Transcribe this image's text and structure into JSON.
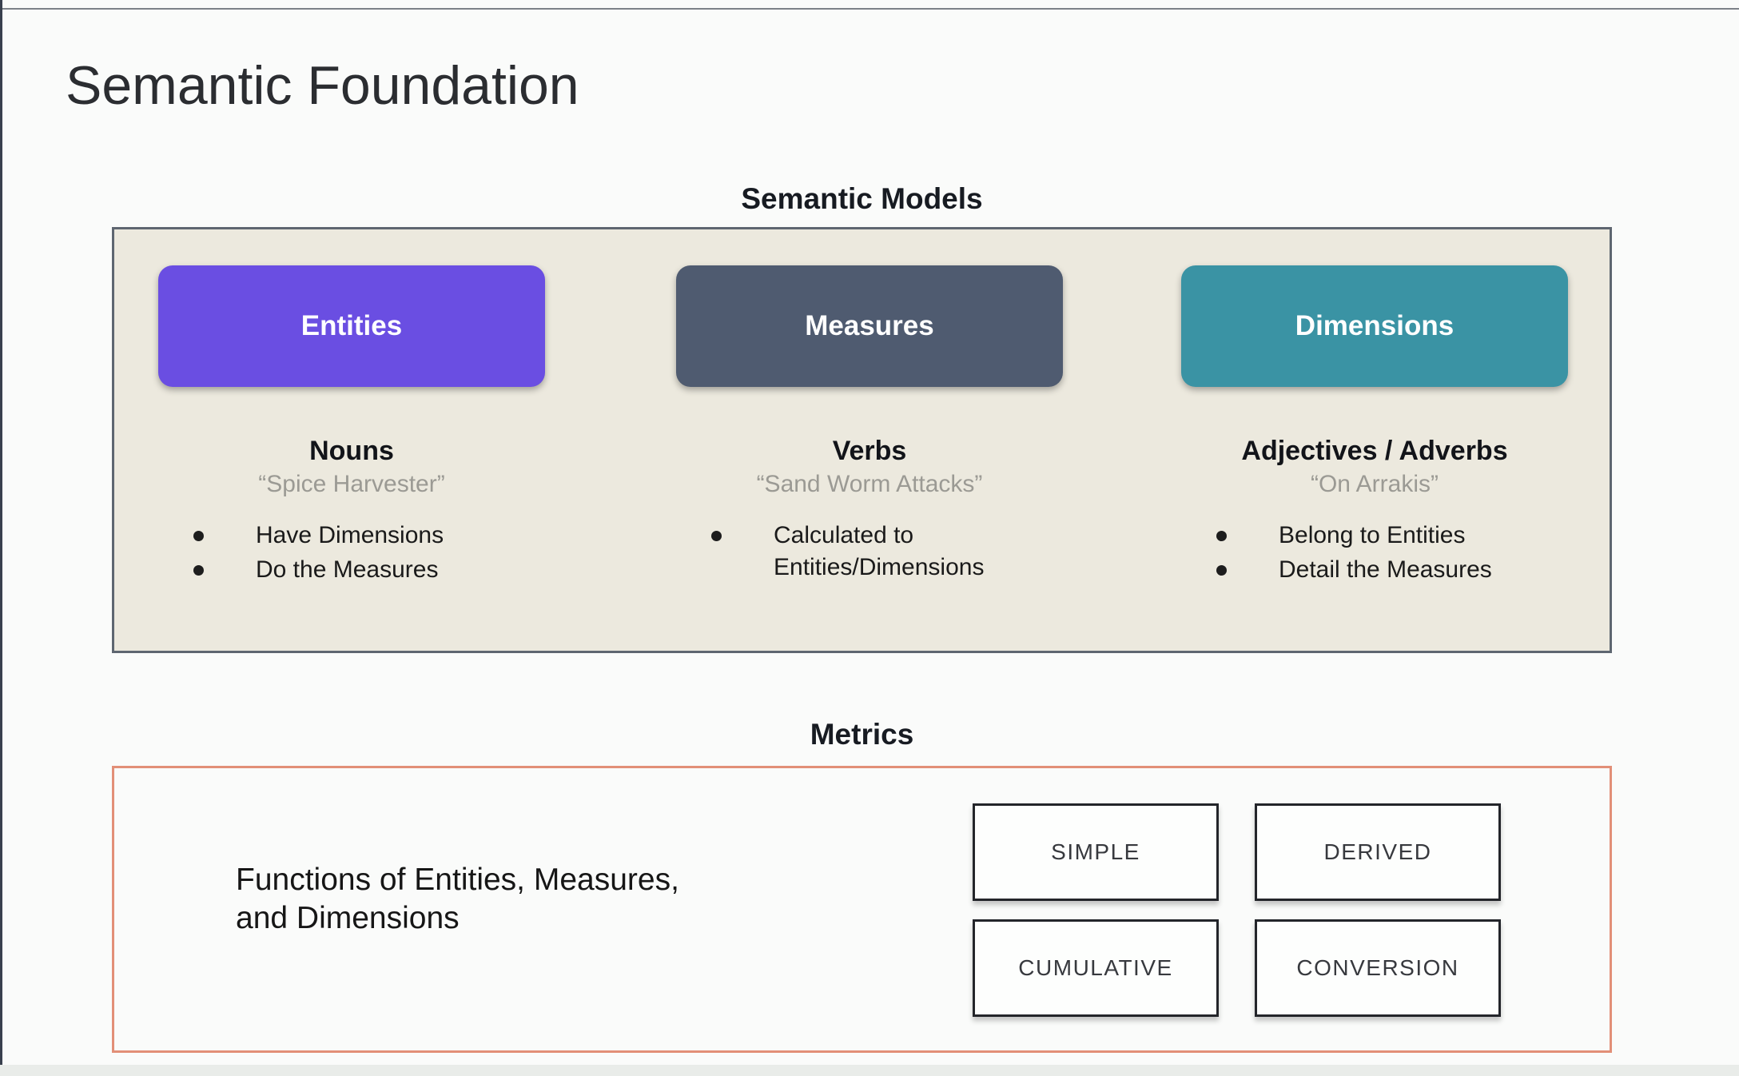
{
  "slide": {
    "title": "Semantic Foundation"
  },
  "semantic_models": {
    "heading": "Semantic Models",
    "panel_background": "#ece9de",
    "panel_border_color": "#5e6670",
    "columns": [
      {
        "button_label": "Entities",
        "button_color": "#6a4ee2",
        "role": "Nouns",
        "example": "“Spice Harvester”",
        "bullets": [
          "Have Dimensions",
          "Do the Measures"
        ]
      },
      {
        "button_label": "Measures",
        "button_color": "#4f5b70",
        "role": "Verbs",
        "example": "“Sand Worm Attacks”",
        "bullets": [
          "Calculated to Entities/Dimensions"
        ]
      },
      {
        "button_label": "Dimensions",
        "button_color": "#3a93a4",
        "role": "Adjectives / Adverbs",
        "example": "“On Arrakis”",
        "bullets": [
          "Belong to Entities",
          "Detail the Measures"
        ]
      }
    ]
  },
  "metrics": {
    "heading": "Metrics",
    "panel_border_color": "#e28f77",
    "description_line1": "Functions of Entities, Measures,",
    "description_line2": "and Dimensions",
    "types": [
      "SIMPLE",
      "DERIVED",
      "CUMULATIVE",
      "CONVERSION"
    ]
  }
}
